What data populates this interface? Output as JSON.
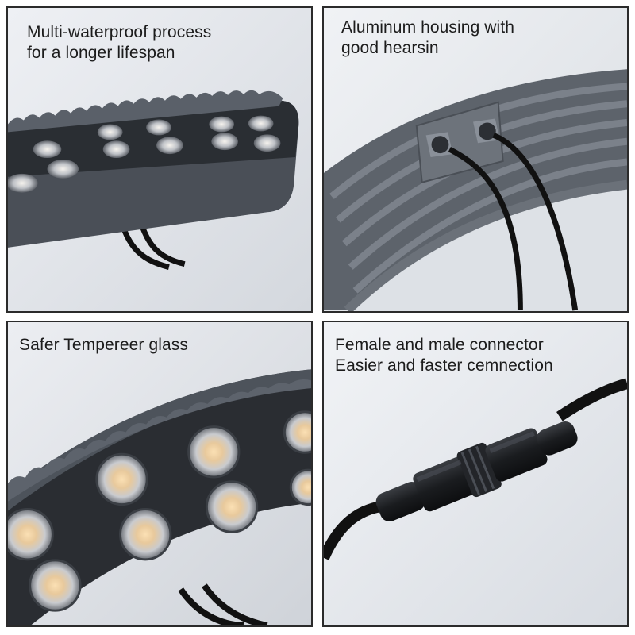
{
  "panels": [
    {
      "caption_lines": [
        "Multi-waterproof process",
        "for a longer lifespan"
      ],
      "subject": "waterproof-led-fixture",
      "background": "#e4e7ec"
    },
    {
      "caption_lines": [
        "Aluminum housing with",
        "good hearsin"
      ],
      "subject": "aluminum-housing-heatsink",
      "background": "#e6e9ee"
    },
    {
      "caption_lines": [
        "Safer Tempereer glass"
      ],
      "subject": "tempered-glass-led-array",
      "background": "#dde1e7"
    },
    {
      "caption_lines": [
        "Female and male connector",
        "Easier and faster cemnection"
      ],
      "subject": "waterproof-cable-connector",
      "background": "#e3e6eb"
    }
  ],
  "colors": {
    "housing": "#4a4f57",
    "housing_dark": "#2f3339",
    "lens_glow": "#f3c98a",
    "cable": "#111111",
    "border": "#2b2b2b"
  }
}
